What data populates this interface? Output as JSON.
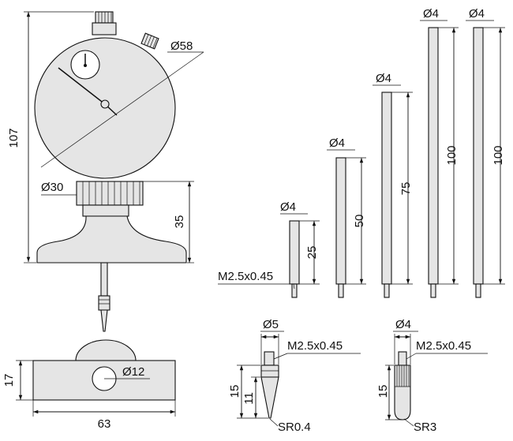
{
  "dims": {
    "dial_diameter": "Ø58",
    "total_height": "107",
    "stem_diameter": "Ø30",
    "stem_height": "35",
    "base_thickness": "17",
    "base_hole": "Ø12",
    "base_width": "63",
    "rod_diameter": "Ø4",
    "rod_25": "25",
    "rod_50": "50",
    "rod_75": "75",
    "rod_100a": "100",
    "rod_100b": "100",
    "thread_main": "M2.5x0.45",
    "tip1_diameter": "Ø5",
    "tip1_thread": "M2.5x0.45",
    "tip1_len_total": "15",
    "tip1_len_body": "11",
    "tip1_radius": "SR0.4",
    "tip2_diameter": "Ø4",
    "tip2_thread": "M2.5x0.45",
    "tip2_len": "15",
    "tip2_radius": "SR3"
  },
  "colors": {
    "part_fill": "#e5e5e5",
    "line": "#111111"
  }
}
